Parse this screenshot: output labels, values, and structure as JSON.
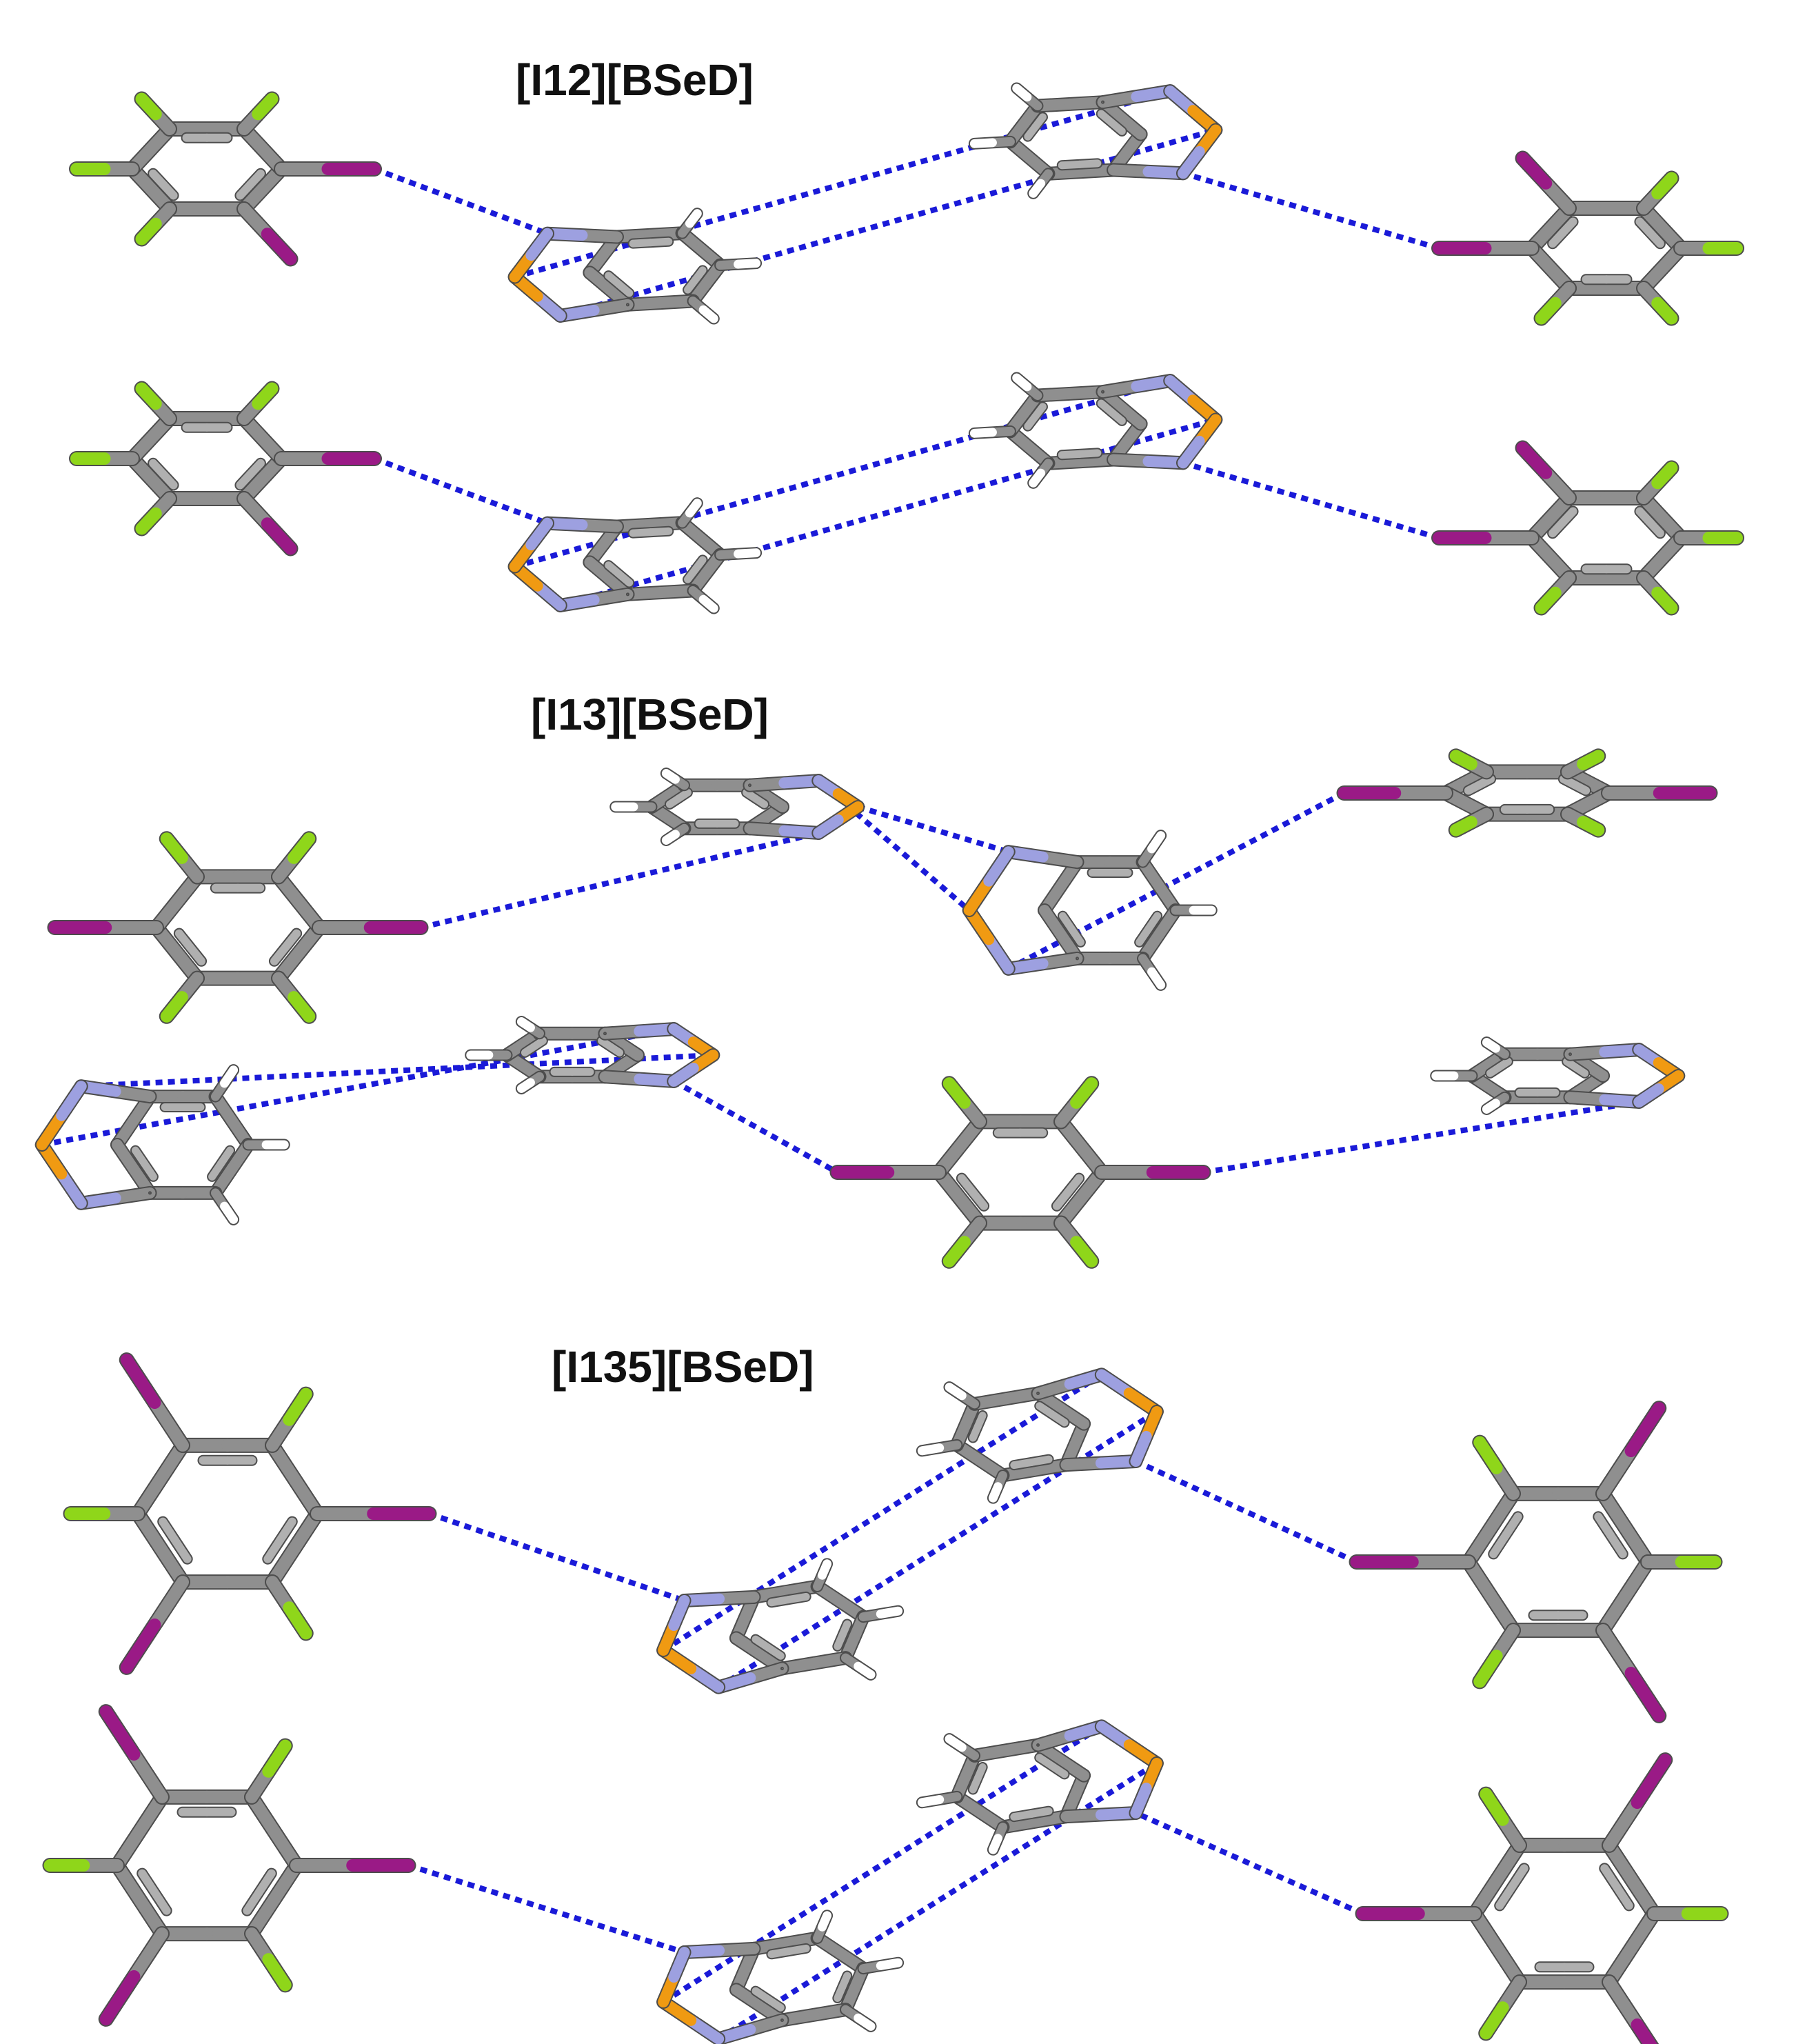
{
  "panels": [
    {
      "title": "[I12][BSeD]"
    },
    {
      "title": "[I13][BSeD]"
    },
    {
      "title": "[I135][BSeD]"
    }
  ],
  "colors": {
    "carbon": "#8f8f8f",
    "carbon_light": "#b0b0b0",
    "hydrogen": "#ffffff",
    "nitrogen": "#9da0e0",
    "selenium": "#f09a12",
    "iodine": "#9a1a86",
    "fluorine": "#8fd61a",
    "contact": "#1a1ad8"
  }
}
